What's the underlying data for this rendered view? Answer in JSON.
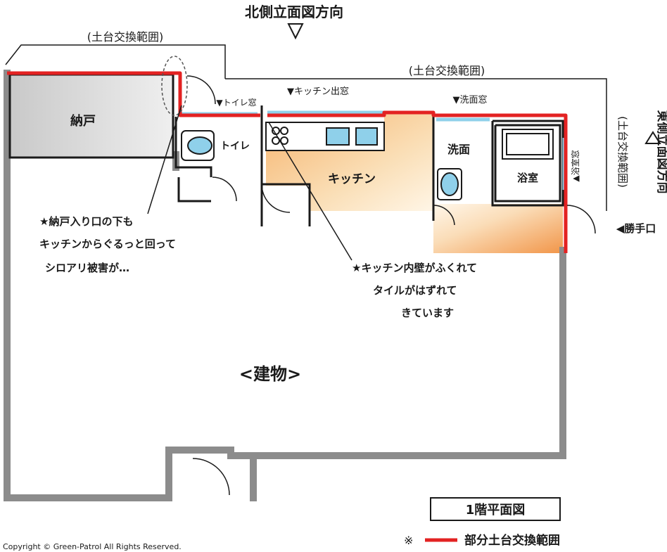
{
  "north_label": "北側立面図方向",
  "east_label": "東側立面図方向",
  "range_top_left": "(土台交換範囲)",
  "range_top_right": "(土台交換範囲)",
  "range_right": "(土台交換範囲)",
  "rooms": {
    "storage": "納戸",
    "toilet": "トイレ",
    "kitchen": "キッチン",
    "washroom": "洗面",
    "bathroom": "浴室",
    "building": "<建物>"
  },
  "windows": {
    "toilet": "▼トイレ窓",
    "kitchen": "▼キッチン出窓",
    "washroom": "▼洗面窓",
    "bathroom": "▲浴室窓"
  },
  "back_door": "◀勝手口",
  "note_left": [
    "★納戸入り口の下も",
    "キッチンからぐるっと回って",
    "シロアリ被害が…"
  ],
  "note_right": [
    "★キッチン内壁がふくれて",
    "タイルがはずれて",
    "きています"
  ],
  "title": "1階平面図",
  "legend": "部分土台交換範囲",
  "legend_mark": "※",
  "copyright": "Copyright © Green-Patrol All Rights Reserved.",
  "colors": {
    "wall": "#8c8c8c",
    "replace_range": "#e32222",
    "kitchen_floor": "#f2b870",
    "window": "#8fd0ea"
  }
}
